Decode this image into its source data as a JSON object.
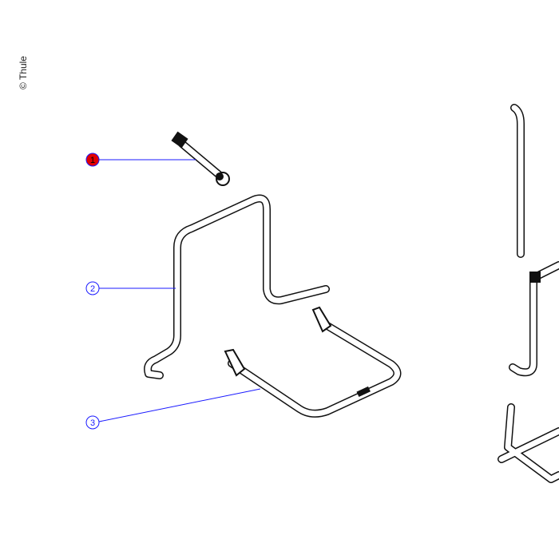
{
  "copyright": "© Thule",
  "callouts": [
    {
      "number": "1",
      "selected": true,
      "color": "#e00000"
    },
    {
      "number": "2",
      "selected": false,
      "color": "#ffffff"
    },
    {
      "number": "3",
      "selected": false,
      "color": "#ffffff"
    }
  ]
}
